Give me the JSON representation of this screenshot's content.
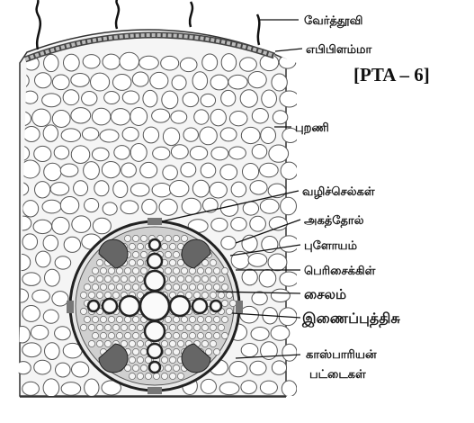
{
  "reference_tag": "[PTA – 6]",
  "labels": {
    "root_hair": "வேர்த்தூவி",
    "epiblema": "எபிபிளம்மா",
    "cortex": "புறணி",
    "passage_cells": "வழிச்செல்கள்",
    "endodermis": "அகத்தோல்",
    "phloem": "புளோயம்",
    "pericycle": "பெரிசைக்கிள்",
    "xylem": "சைலம்",
    "conjunctive_tissue": "இணைப்புத்திசு",
    "casparian_strips_line1": "காஸ்பாரியன்",
    "casparian_strips_line2": "பட்டைகள்"
  }
}
